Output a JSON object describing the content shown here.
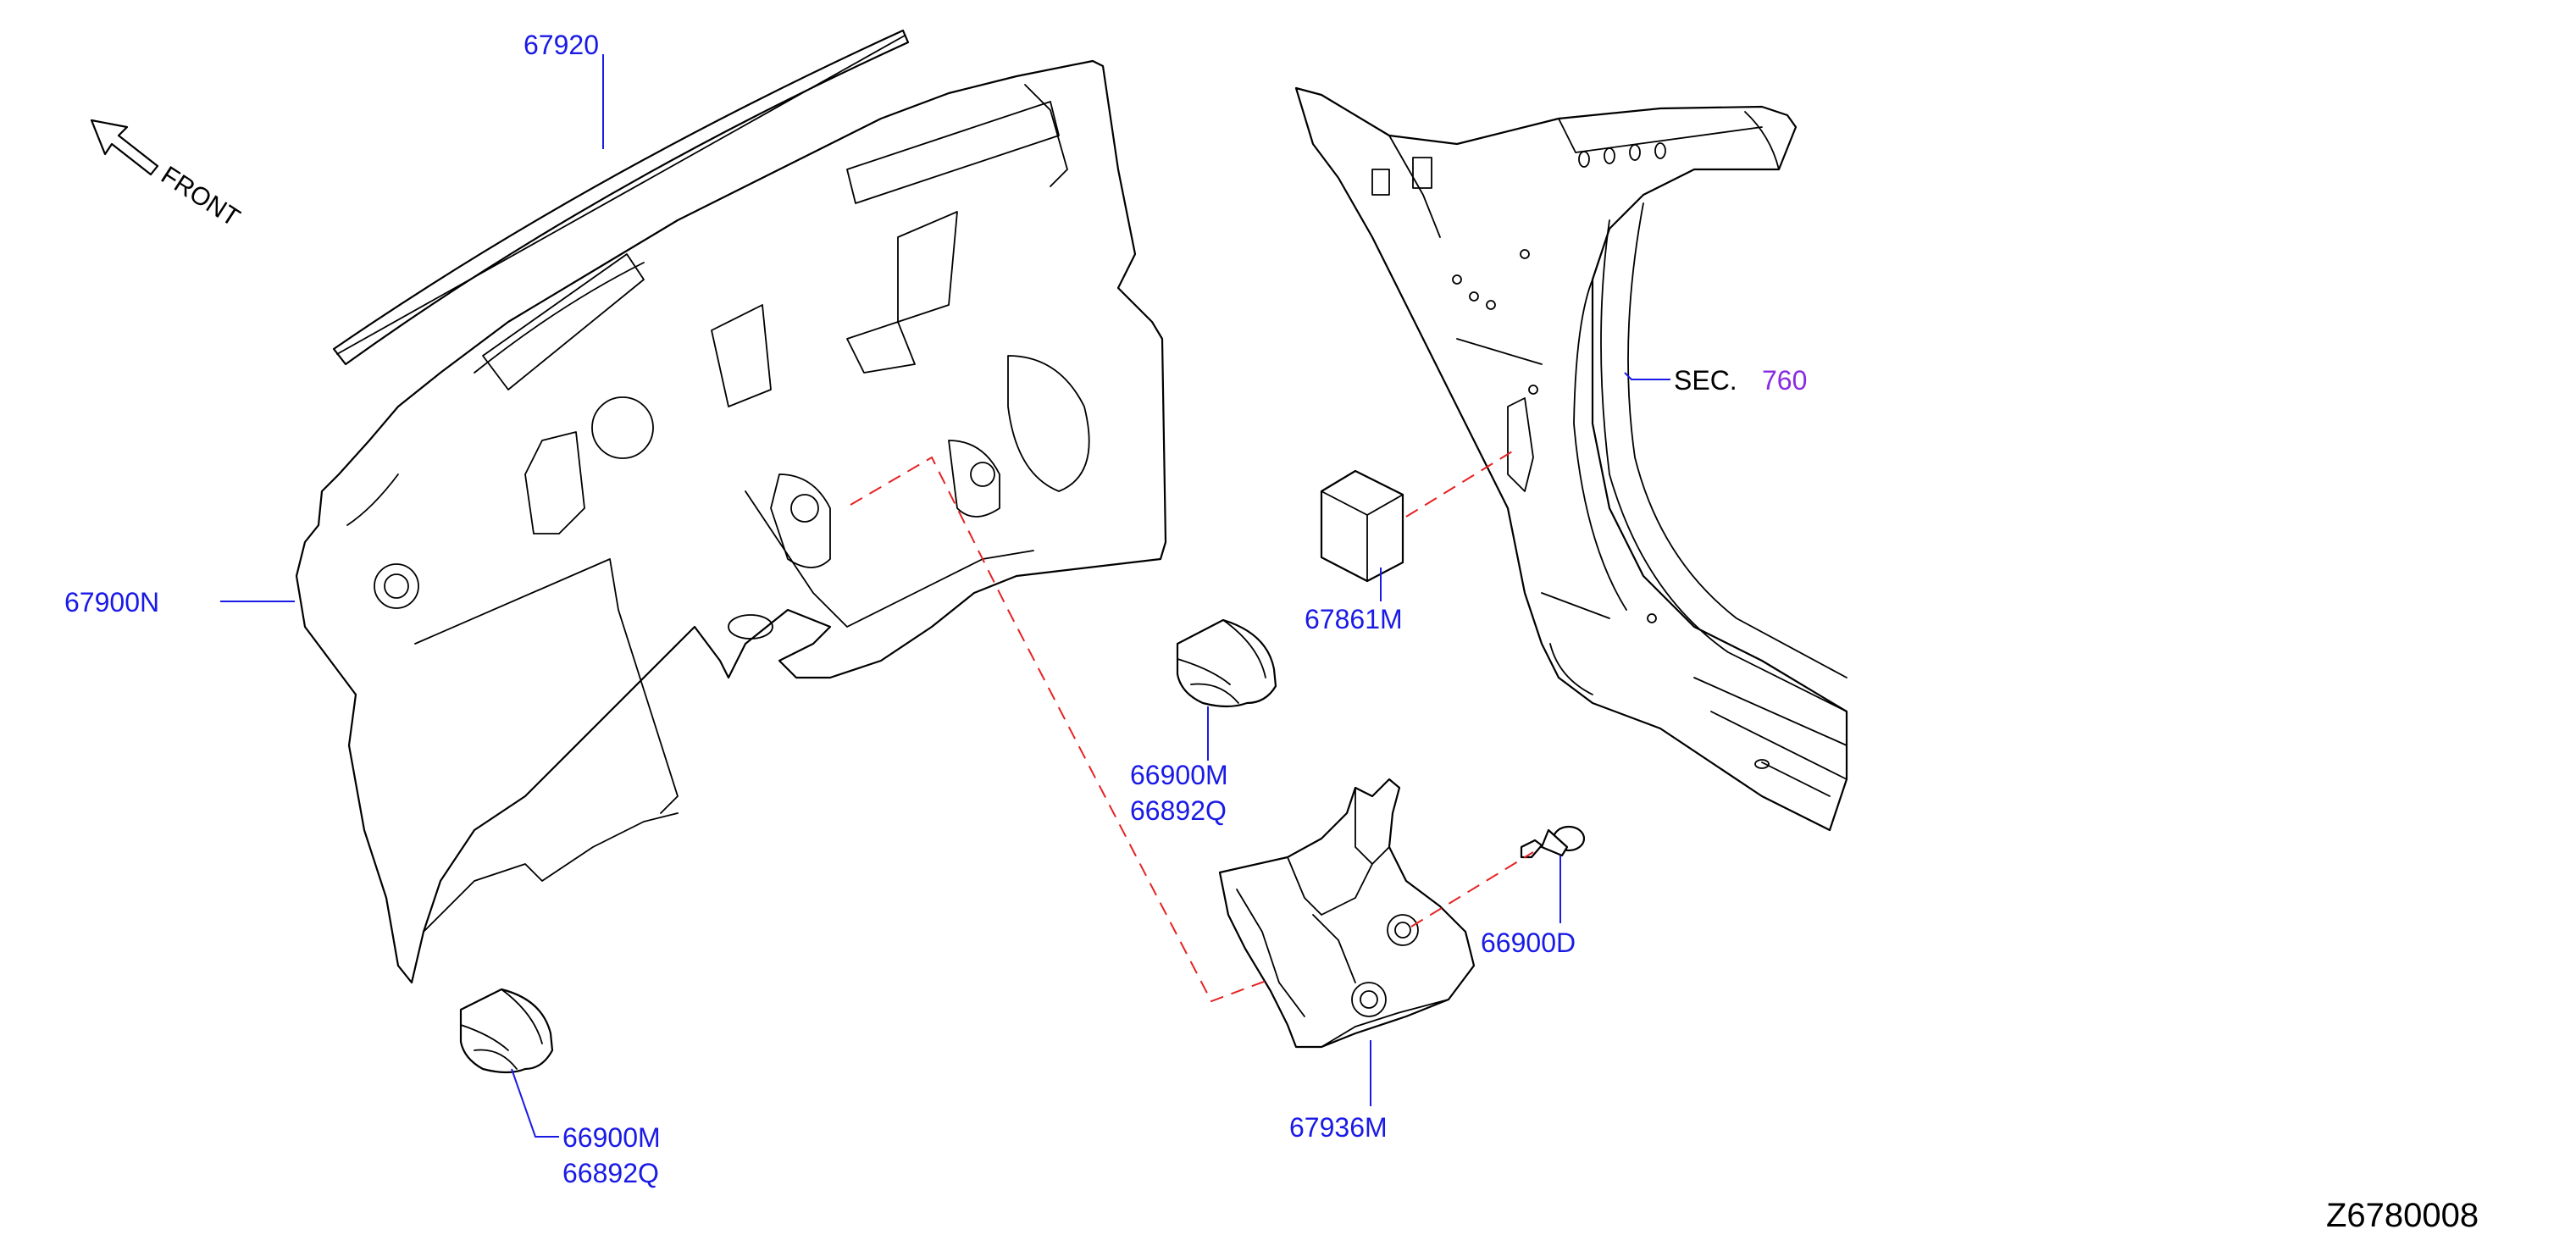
{
  "diagram": {
    "front_label": "FRONT",
    "section_prefix": "SEC.",
    "section_number": "760",
    "drawing_code": "Z6780008",
    "callouts": {
      "seal_strip": "67920",
      "dash_insulator": "67900N",
      "spacer_left_a": "66900M",
      "spacer_left_b": "66892Q",
      "spacer_mid_a": "66900M",
      "spacer_mid_b": "66892Q",
      "pad": "67861M",
      "clip": "66900D",
      "side_insulator": "67936M"
    },
    "colors": {
      "callout_text": "#1a1ae6",
      "section_number": "#8a2be2",
      "leader_line": "#1a1ae6",
      "dashed_line": "#e62222",
      "outline": "#000000"
    }
  }
}
